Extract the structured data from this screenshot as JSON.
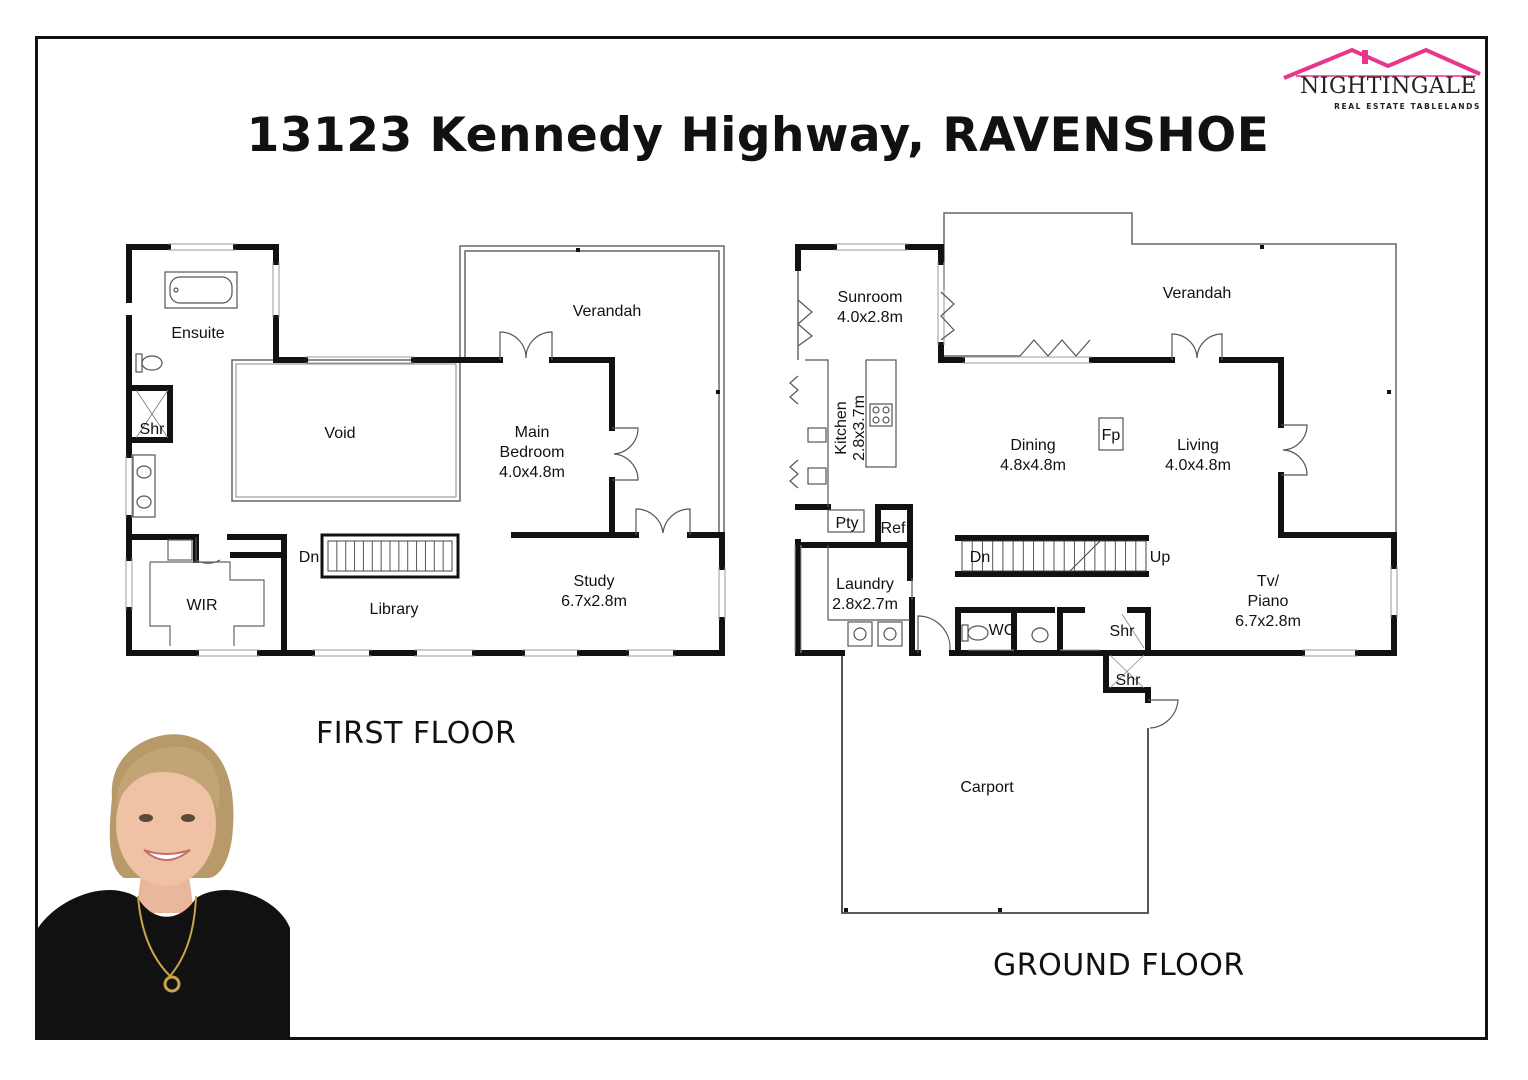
{
  "title": "13123 Kennedy Highway, RAVENSHOE",
  "logo": {
    "name": "NIGHTINGALE",
    "tagline": "REAL ESTATE TABLELANDS",
    "brand_color": "#e8378a"
  },
  "colors": {
    "wall": "#111111",
    "thin_line": "#555555",
    "window": "#9a9a9a"
  },
  "first_floor": {
    "label": "FIRST FLOOR",
    "rooms": {
      "ensuite": "Ensuite",
      "shr": "Shr",
      "void": "Void",
      "main_bedroom": [
        "Main",
        "Bedroom",
        "4.0x4.8m"
      ],
      "verandah": "Verandah",
      "dn": "Dn",
      "wir": "WIR",
      "library": "Library",
      "study": [
        "Study",
        "6.7x2.8m"
      ]
    }
  },
  "ground_floor": {
    "label": "GROUND FLOOR",
    "rooms": {
      "sunroom": [
        "Sunroom",
        "4.0x2.8m"
      ],
      "verandah": "Verandah",
      "kitchen": [
        "Kitchen",
        "2.8x3.7m"
      ],
      "dining": [
        "Dining",
        "4.8x4.8m"
      ],
      "fp": "Fp",
      "living": [
        "Living",
        "4.0x4.8m"
      ],
      "pty": "Pty",
      "ref": "Ref",
      "dn": "Dn",
      "up": "Up",
      "laundry": [
        "Laundry",
        "2.8x2.7m"
      ],
      "wc": "WC",
      "shr": "Shr",
      "shr2": "Shr",
      "tv_piano": [
        "Tv/",
        "Piano",
        "6.7x2.8m"
      ],
      "carport": "Carport"
    }
  },
  "agent_photo": "agent-portrait"
}
